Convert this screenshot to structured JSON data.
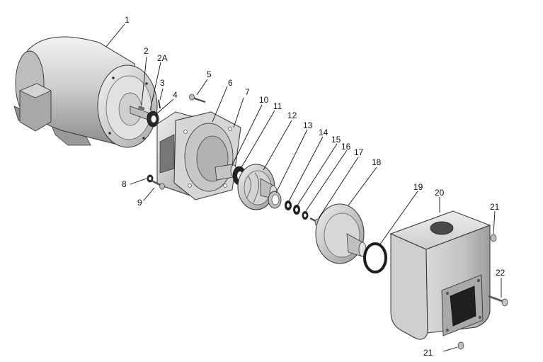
{
  "diagram": {
    "colors": {
      "metal_light": "#e6e6e6",
      "metal_mid": "#bcbcbc",
      "metal_dark": "#7a7a7a",
      "outline": "#333333",
      "seal_black": "#1e1e1e"
    },
    "callouts": [
      {
        "id": "c1",
        "label": "1"
      },
      {
        "id": "c2",
        "label": "2"
      },
      {
        "id": "c2a",
        "label": "2A"
      },
      {
        "id": "c3",
        "label": "3"
      },
      {
        "id": "c4",
        "label": "4"
      },
      {
        "id": "c5",
        "label": "5"
      },
      {
        "id": "c6",
        "label": "6"
      },
      {
        "id": "c7",
        "label": "7"
      },
      {
        "id": "c8",
        "label": "8"
      },
      {
        "id": "c9",
        "label": "9"
      },
      {
        "id": "c10",
        "label": "10"
      },
      {
        "id": "c11",
        "label": "11"
      },
      {
        "id": "c12",
        "label": "12"
      },
      {
        "id": "c13",
        "label": "13"
      },
      {
        "id": "c14",
        "label": "14"
      },
      {
        "id": "c15",
        "label": "15"
      },
      {
        "id": "c16",
        "label": "16"
      },
      {
        "id": "c17",
        "label": "17"
      },
      {
        "id": "c18",
        "label": "18"
      },
      {
        "id": "c19",
        "label": "19"
      },
      {
        "id": "c20",
        "label": "20"
      },
      {
        "id": "c21a",
        "label": "21"
      },
      {
        "id": "c21b",
        "label": "21"
      },
      {
        "id": "c22",
        "label": "22"
      }
    ]
  }
}
